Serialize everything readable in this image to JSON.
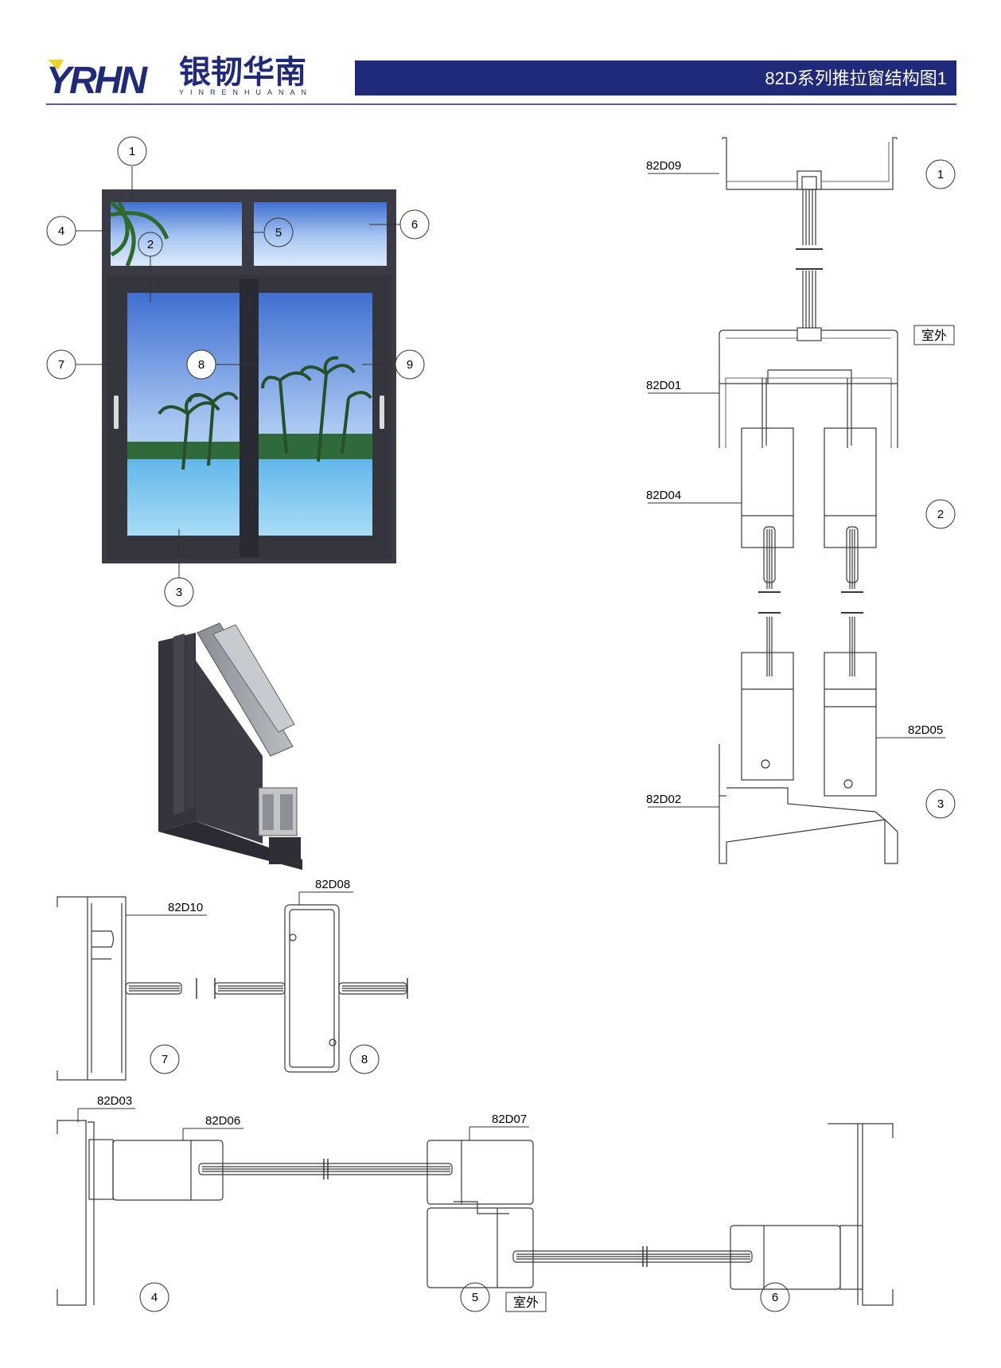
{
  "header": {
    "logo_mark": "YRHN",
    "brand_cn": "银韧华南",
    "brand_pinyin": "YINRENHUANAN",
    "title": "82D系列推拉窗结构图1"
  },
  "colors": {
    "brand_navy": "#1f2a7a",
    "accent_yellow": "#f2d21a",
    "frame_dark": "#3a3b44",
    "profile_line": "#3a3a3a"
  },
  "window_view": {
    "callouts": [
      "1",
      "2",
      "3",
      "4",
      "5",
      "6",
      "7",
      "8",
      "9"
    ]
  },
  "section_top_right": {
    "labels": [
      "82D09",
      "82D01",
      "82D04",
      "82D05",
      "82D02"
    ],
    "callouts": [
      "1",
      "2",
      "3"
    ],
    "outdoor_label": "室外"
  },
  "section_mid_left": {
    "labels": [
      "82D10",
      "82D08"
    ],
    "callouts": [
      "7",
      "8"
    ]
  },
  "section_bottom": {
    "labels": [
      "82D03",
      "82D06",
      "82D07"
    ],
    "callouts": [
      "4",
      "5",
      "6"
    ],
    "outdoor_label": "室外"
  }
}
